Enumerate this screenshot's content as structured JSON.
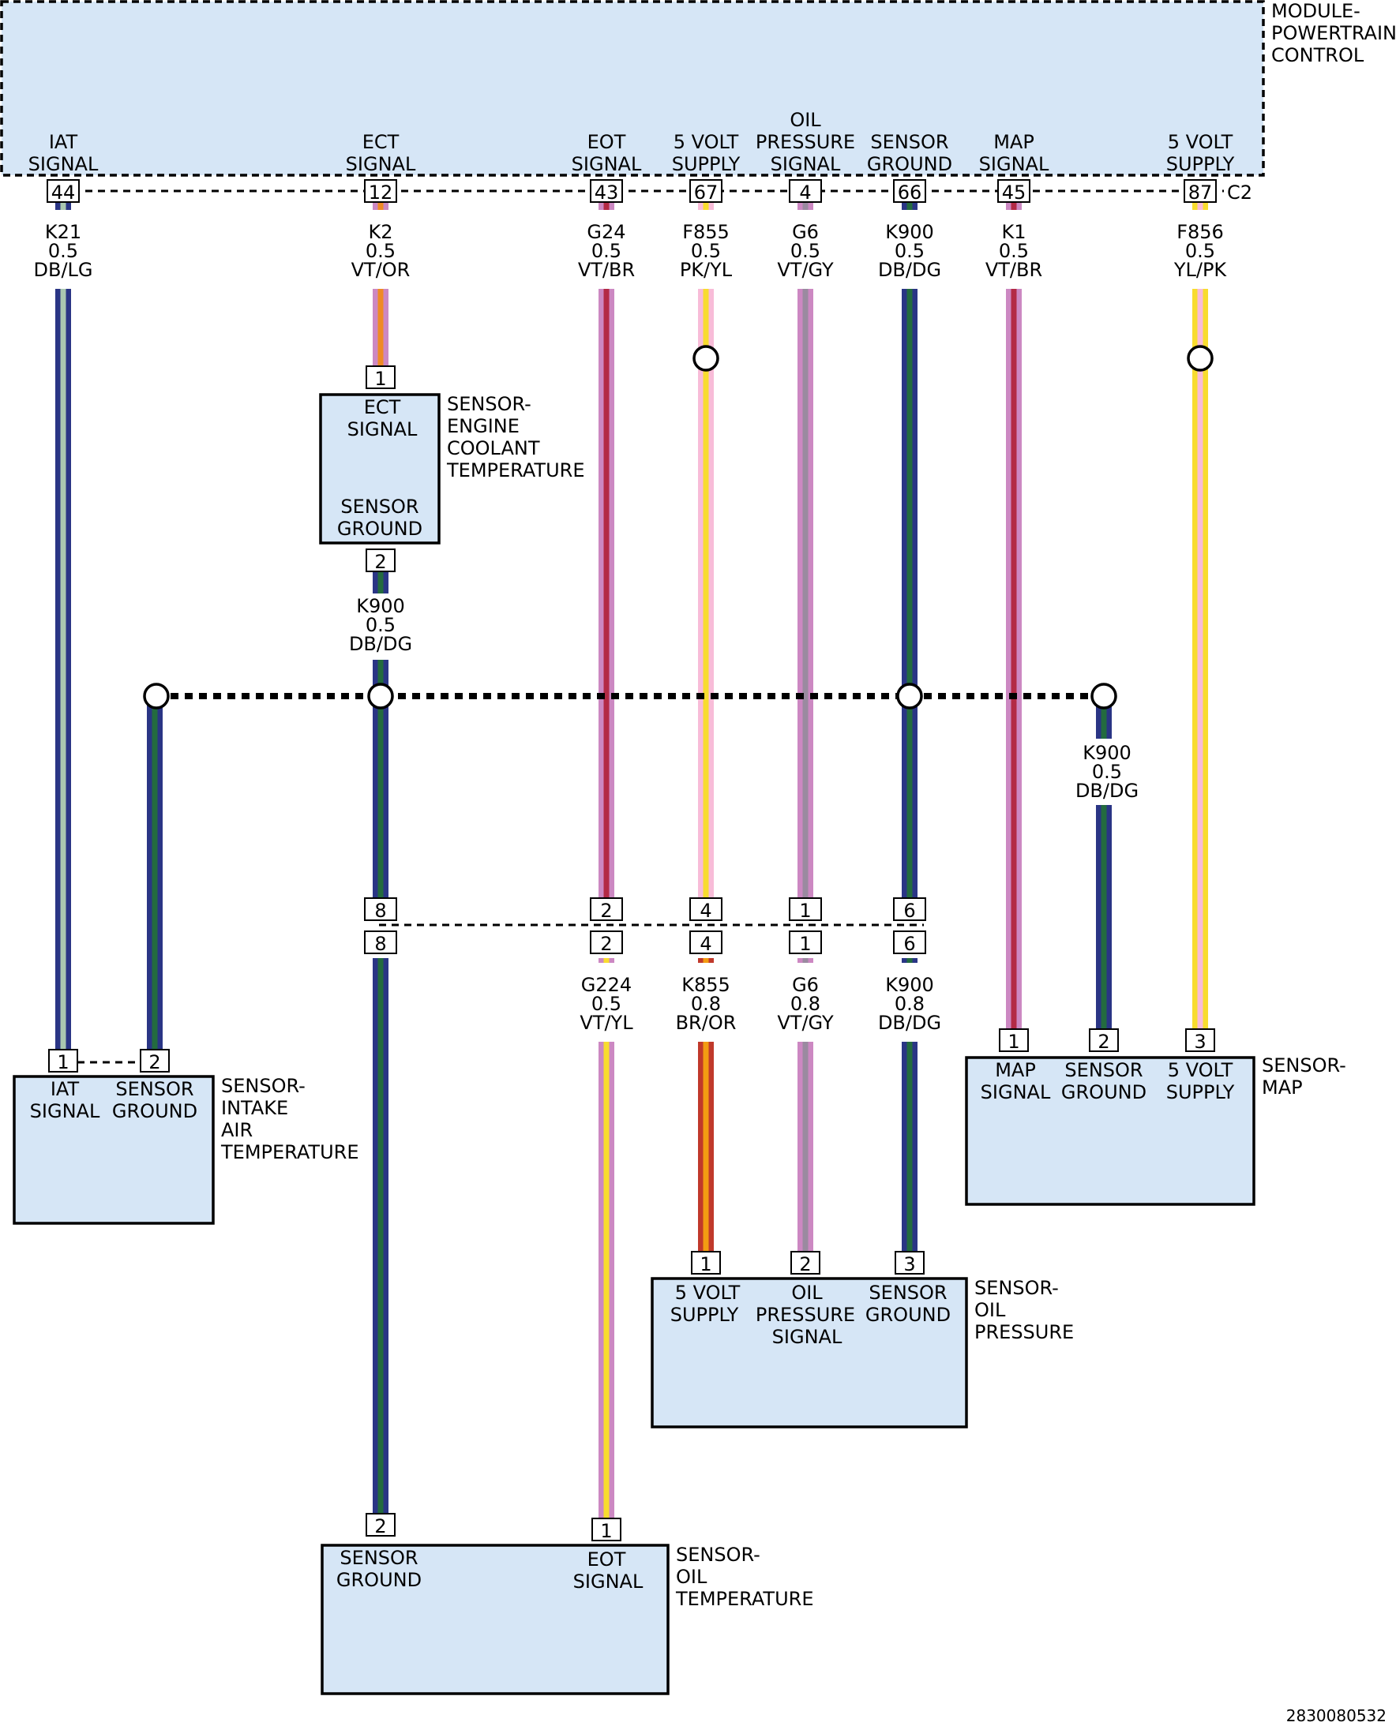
{
  "colors": {
    "DB": "#2a3585",
    "LG": "#aac8b0",
    "DG": "#236b3f",
    "VT": "#cc88c2",
    "OR": "#ef8a26",
    "BR": "#b32a45",
    "PK": "#f8bcd8",
    "YL": "#f8dc2e",
    "GY": "#9a8aa0",
    "BR2": "#c0392b",
    "OR2": "#f39c12",
    "box_fill": "#d6e6f6"
  },
  "pcm": {
    "name_lines": [
      "MODULE-",
      "POWERTRAIN",
      "CONTROL"
    ],
    "connector": "C2",
    "pins": [
      {
        "label_lines": [
          "IAT",
          "SIGNAL"
        ],
        "pin": "44"
      },
      {
        "label_lines": [
          "ECT",
          "SIGNAL"
        ],
        "pin": "12"
      },
      {
        "label_lines": [
          "EOT",
          "SIGNAL"
        ],
        "pin": "43"
      },
      {
        "label_lines": [
          "5 VOLT",
          "SUPPLY"
        ],
        "pin": "67"
      },
      {
        "label_lines": [
          "OIL",
          "PRESSURE",
          "SIGNAL"
        ],
        "pin": "4"
      },
      {
        "label_lines": [
          "SENSOR",
          "GROUND"
        ],
        "pin": "66"
      },
      {
        "label_lines": [
          "MAP",
          "SIGNAL"
        ],
        "pin": "45"
      },
      {
        "label_lines": [
          "5 VOLT",
          "SUPPLY"
        ],
        "pin": "87"
      }
    ]
  },
  "wires_top": [
    {
      "circuit": "K21",
      "size": "0.5",
      "color": "DB/LG"
    },
    {
      "circuit": "K2",
      "size": "0.5",
      "color": "VT/OR"
    },
    {
      "circuit": "G24",
      "size": "0.5",
      "color": "VT/BR"
    },
    {
      "circuit": "F855",
      "size": "0.5",
      "color": "PK/YL"
    },
    {
      "circuit": "G6",
      "size": "0.5",
      "color": "VT/GY"
    },
    {
      "circuit": "K900",
      "size": "0.5",
      "color": "DB/DG"
    },
    {
      "circuit": "K1",
      "size": "0.5",
      "color": "VT/BR"
    },
    {
      "circuit": "F856",
      "size": "0.5",
      "color": "YL/PK"
    }
  ],
  "ect_sensor": {
    "name_lines": [
      "SENSOR-",
      "ENGINE",
      "COOLANT",
      "TEMPERATURE"
    ],
    "pin_signal": "1",
    "pin_ground": "2",
    "signal_lines": [
      "ECT",
      "SIGNAL"
    ],
    "ground_lines": [
      "SENSOR",
      "GROUND"
    ],
    "ground_wire": {
      "circuit": "K900",
      "size": "0.5",
      "color": "DB/DG"
    }
  },
  "map_ground_wire": {
    "circuit": "K900",
    "size": "0.5",
    "color": "DB/DG"
  },
  "inline_connector": {
    "pins": [
      "8",
      "2",
      "4",
      "1",
      "6"
    ]
  },
  "wires_lower": [
    {
      "circuit": "G224",
      "size": "0.5",
      "color": "VT/YL"
    },
    {
      "circuit": "K855",
      "size": "0.8",
      "color": "BR/OR"
    },
    {
      "circuit": "G6",
      "size": "0.8",
      "color": "VT/GY"
    },
    {
      "circuit": "K900",
      "size": "0.8",
      "color": "DB/DG"
    }
  ],
  "iat_sensor": {
    "name_lines": [
      "SENSOR-",
      "INTAKE",
      "AIR",
      "TEMPERATURE"
    ],
    "pins": [
      "1",
      "2"
    ],
    "terminals": [
      [
        "IAT",
        "SIGNAL"
      ],
      [
        "SENSOR",
        "GROUND"
      ]
    ]
  },
  "map_sensor": {
    "name_lines": [
      "SENSOR-",
      "MAP"
    ],
    "pins": [
      "1",
      "2",
      "3"
    ],
    "terminals": [
      [
        "MAP",
        "SIGNAL"
      ],
      [
        "SENSOR",
        "GROUND"
      ],
      [
        "5 VOLT",
        "SUPPLY"
      ]
    ]
  },
  "oil_pressure_sensor": {
    "name_lines": [
      "SENSOR-",
      "OIL",
      "PRESSURE"
    ],
    "pins": [
      "1",
      "2",
      "3"
    ],
    "terminals": [
      [
        "5 VOLT",
        "SUPPLY"
      ],
      [
        "OIL",
        "PRESSURE",
        "SIGNAL"
      ],
      [
        "SENSOR",
        "GROUND"
      ]
    ]
  },
  "oil_temp_sensor": {
    "name_lines": [
      "SENSOR-",
      "OIL",
      "TEMPERATURE"
    ],
    "pins": [
      "2",
      "1"
    ],
    "terminals": [
      [
        "SENSOR",
        "GROUND"
      ],
      [
        "EOT",
        "SIGNAL"
      ]
    ]
  },
  "diagram_id": "2830080532"
}
